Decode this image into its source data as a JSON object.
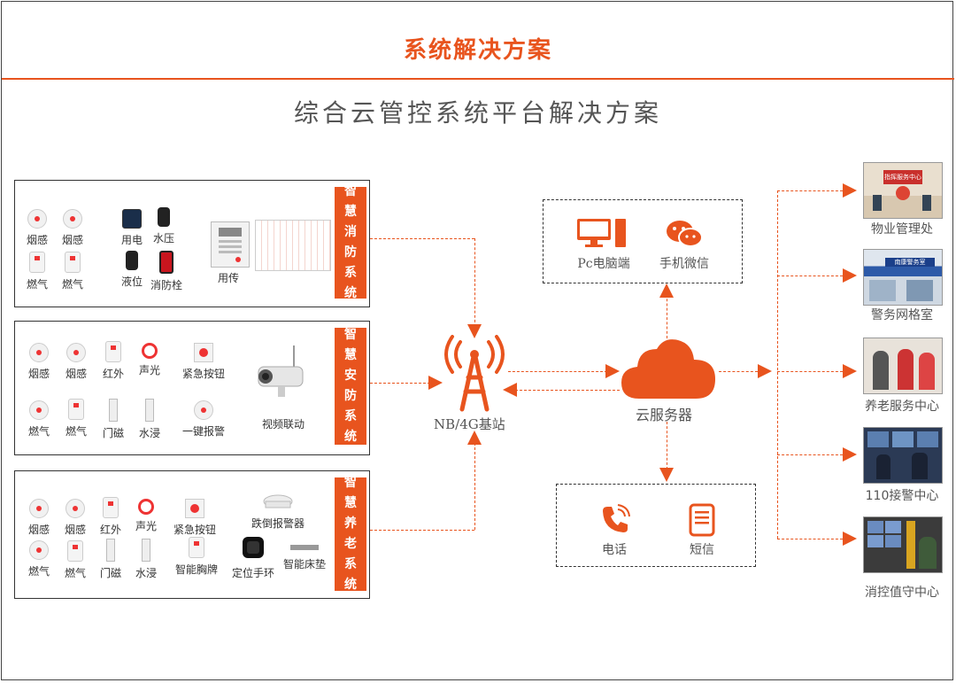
{
  "header": {
    "title": "系统解决方案"
  },
  "subtitle": "综合云管控系统平台解决方案",
  "systems": {
    "fire": {
      "tag": [
        "智",
        "慧",
        "消",
        "防",
        "系",
        "统"
      ],
      "devices": {
        "d1": "烟感",
        "d2": "烟感",
        "d3": "燃气",
        "d4": "燃气",
        "d5": "用电",
        "d6": "水压",
        "d7": "液位",
        "d8": "消防栓",
        "d9": "用传"
      }
    },
    "security": {
      "tag": [
        "智",
        "慧",
        "安",
        "防",
        "系",
        "统"
      ],
      "devices": {
        "d1": "烟感",
        "d2": "烟感",
        "d3": "红外",
        "d4": "声光",
        "d5": "紧急按钮",
        "d6": "燃气",
        "d7": "燃气",
        "d8": "门磁",
        "d9": "水浸",
        "d10": "一键报警",
        "d11": "视频联动"
      }
    },
    "elderly": {
      "tag": [
        "智",
        "慧",
        "养",
        "老",
        "系",
        "统"
      ],
      "devices": {
        "d1": "烟感",
        "d2": "烟感",
        "d3": "红外",
        "d4": "声光",
        "d5": "紧急按钮",
        "d6": "跌倒报警器",
        "d7": "燃气",
        "d8": "燃气",
        "d9": "门磁",
        "d10": "水浸",
        "d11": "智能胸牌",
        "d12": "定位手环",
        "d13": "智能床垫"
      }
    }
  },
  "center": {
    "base_station": "NB/4G基站",
    "cloud": "云服务器"
  },
  "top_box": {
    "pc": "Pc电脑端",
    "wechat": "手机微信"
  },
  "bottom_box": {
    "phone": "电话",
    "sms": "短信"
  },
  "destinations": [
    "物业管理处",
    "警务网格室",
    "养老服务中心",
    "110接警中心",
    "消控值守中心"
  ],
  "photo_signs": {
    "property": "指挥服务中心",
    "police": "南康警务室"
  },
  "colors": {
    "accent": "#e8541e",
    "border": "#333333",
    "text": "#555555"
  }
}
